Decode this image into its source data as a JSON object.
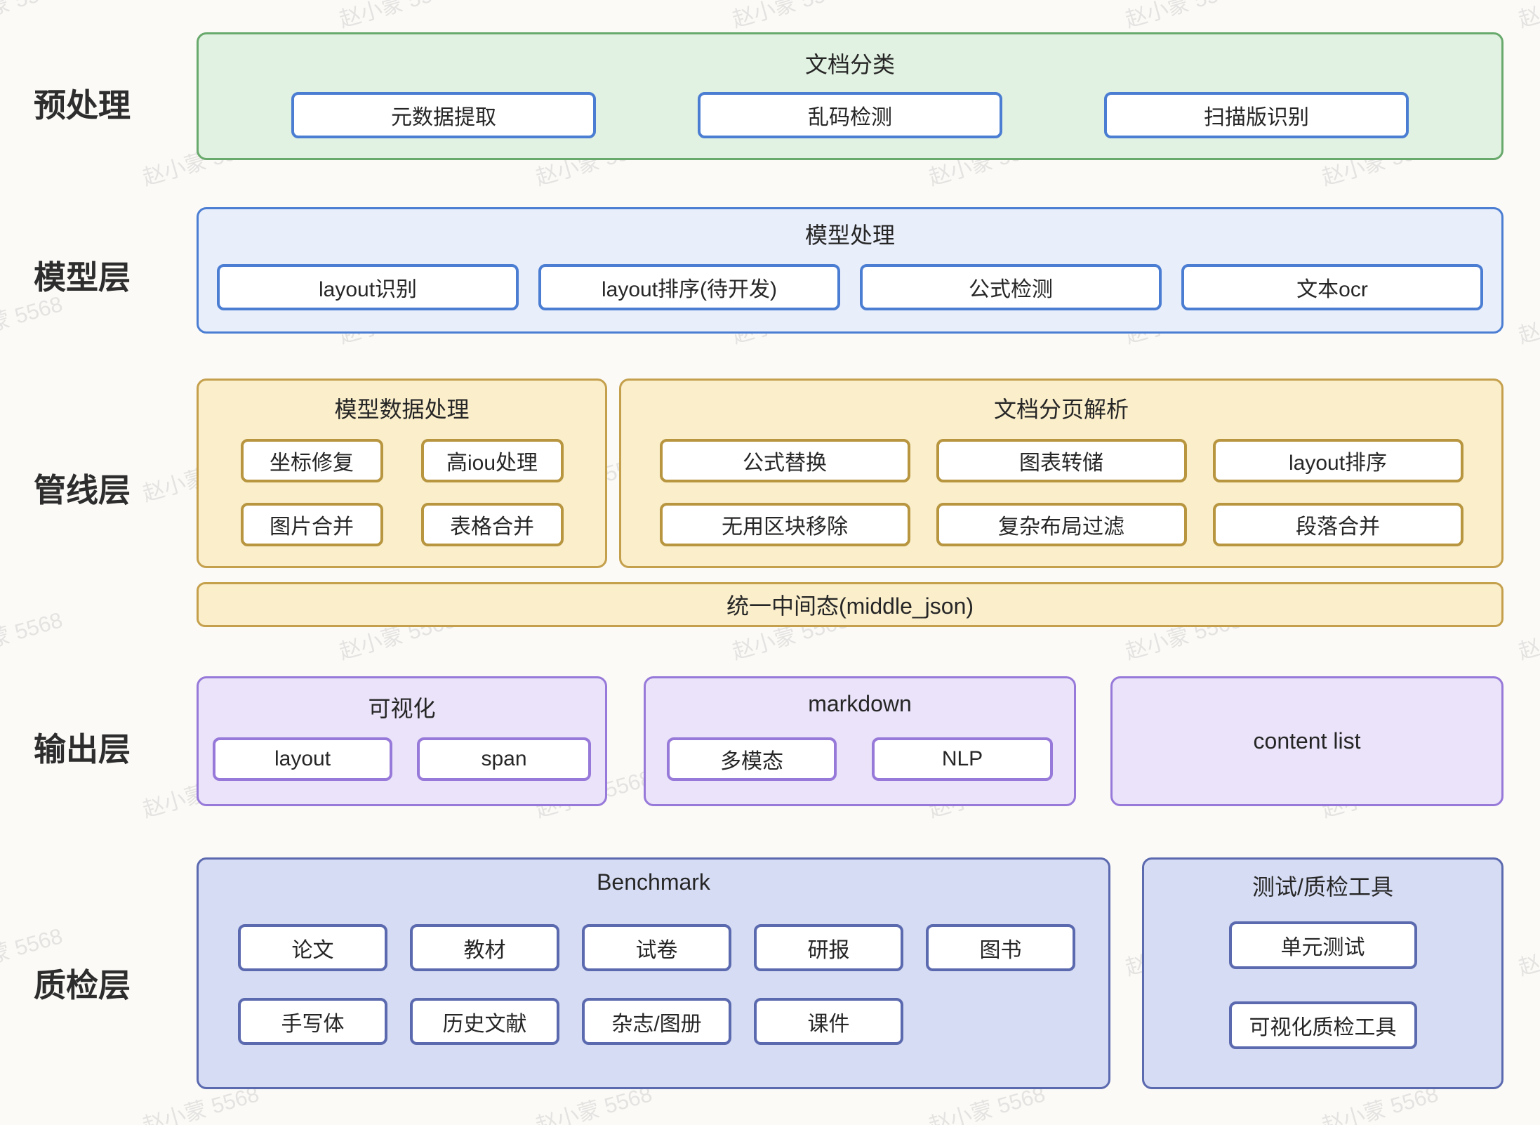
{
  "watermark": {
    "text": "赵小蒙 5568"
  },
  "colors": {
    "page-bg": "#fbfaf7",
    "green-bg": "#e2f2e2",
    "green-border": "#68a96c",
    "blue-bg": "#e9eefb",
    "blue-border": "#4b7ed2",
    "yellow-bg": "#faeecb",
    "yellow-border": "#c5a04c",
    "yellow-btn-border": "#b8953f",
    "purple-bg": "#eae3f9",
    "purple-border": "#9779d9",
    "indigo-bg": "#d6dcf3",
    "indigo-border": "#5b69af",
    "watermark": "rgba(80,80,80,0.13)"
  },
  "layers": {
    "preprocess": {
      "label": "预处理",
      "group_title": "文档分类",
      "items": [
        "元数据提取",
        "乱码检测",
        "扫描版识别"
      ]
    },
    "model": {
      "label": "模型层",
      "group_title": "模型处理",
      "items": [
        "layout识别",
        "layout排序(待开发)",
        "公式检测",
        "文本ocr"
      ]
    },
    "pipeline": {
      "label": "管线层",
      "groups": [
        {
          "title": "模型数据处理",
          "items": [
            "坐标修复",
            "高iou处理",
            "图片合并",
            "表格合并"
          ]
        },
        {
          "title": "文档分页解析",
          "items": [
            "公式替换",
            "图表转储",
            "layout排序",
            "无用区块移除",
            "复杂布局过滤",
            "段落合并"
          ]
        }
      ],
      "bar": "统一中间态(middle_json)"
    },
    "output": {
      "label": "输出层",
      "groups": [
        {
          "title": "可视化",
          "items": [
            "layout",
            "span"
          ]
        },
        {
          "title": "markdown",
          "items": [
            "多模态",
            "NLP"
          ]
        },
        {
          "title": "content list",
          "items": []
        }
      ]
    },
    "qc": {
      "label": "质检层",
      "groups": [
        {
          "title": "Benchmark",
          "items": [
            "论文",
            "教材",
            "试卷",
            "研报",
            "图书",
            "手写体",
            "历史文献",
            "杂志/图册",
            "课件"
          ]
        },
        {
          "title": "测试/质检工具",
          "items": [
            "单元测试",
            "可视化质检工具"
          ]
        }
      ]
    }
  }
}
